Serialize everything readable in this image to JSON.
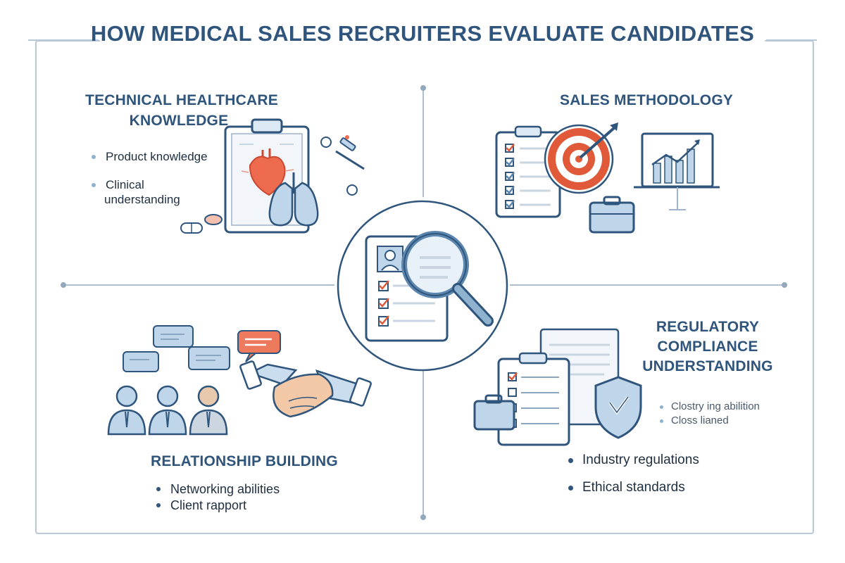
{
  "title": "HOW MEDICAL SALES RECRUITERS EVALUATE CANDIDATES",
  "colors": {
    "heading": "#2f557c",
    "line": "#aebfd0",
    "accent_red": "#e05a3a",
    "light_blue": "#bfd6ea",
    "bullet": "#8fb2cf"
  },
  "quadrants": {
    "technical": {
      "heading_line1": "TECHNICAL HEALTHCARE",
      "heading_line2": "KNOWLEDGE",
      "items": [
        "Product knowledge",
        "Clinical",
        "understanding"
      ],
      "icons": [
        "clipboard-icon",
        "heart-icon",
        "lungs-icon",
        "pills-icon",
        "syringe-icon"
      ]
    },
    "sales": {
      "heading": "SALES METHODOLOGY",
      "icons": [
        "checklist-icon",
        "target-icon",
        "arrow-icon",
        "briefcase-icon",
        "chart-board-icon"
      ]
    },
    "center": {
      "icons": [
        "resume-icon",
        "magnifying-glass-icon"
      ]
    },
    "relationship": {
      "heading": "RELATIONSHIP BUILDING",
      "items": [
        "Networking abilities",
        "Client rapport"
      ],
      "icons": [
        "speech-bubble-icon",
        "people-icon",
        "handshake-icon"
      ]
    },
    "regulatory": {
      "heading_line1": "REGULATORY",
      "heading_line2": "COMPLIANCE",
      "heading_line3": "UNDERSTANDING",
      "sub_items": [
        "Clostry ing abilition",
        "Closs lianed"
      ],
      "items": [
        "Industry regulations",
        "Ethical standards"
      ],
      "icons": [
        "document-icon",
        "checklist-icon",
        "shield-icon",
        "briefcase-icon"
      ]
    }
  }
}
